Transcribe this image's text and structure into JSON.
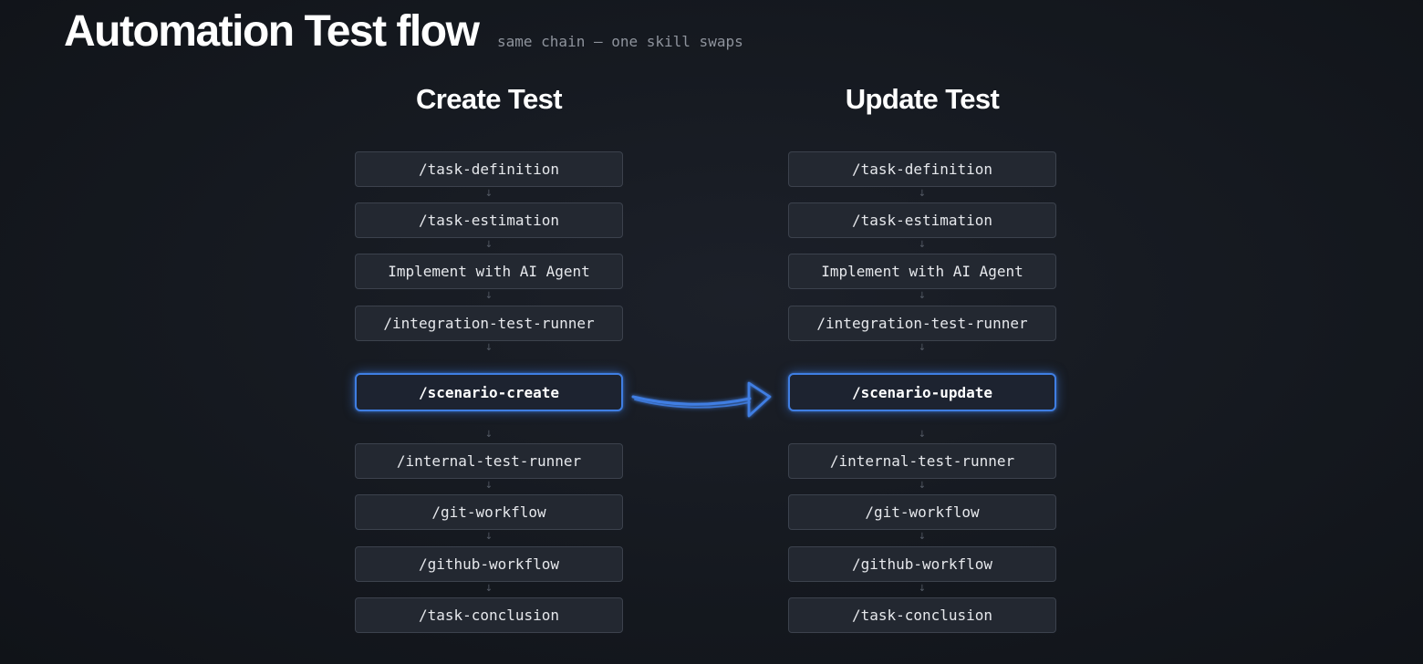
{
  "header": {
    "title": "Automation Test flow",
    "subtitle": "same chain — one skill swaps"
  },
  "connector_glyph": "↓",
  "columns": [
    {
      "title": "Create Test",
      "steps": [
        "/task-definition",
        "/task-estimation",
        "Implement with AI Agent",
        "/integration-test-runner",
        "/scenario-create",
        "/internal-test-runner",
        "/git-workflow",
        "/github-workflow",
        "/task-conclusion"
      ]
    },
    {
      "title": "Update Test",
      "steps": [
        "/task-definition",
        "/task-estimation",
        "Implement with AI Agent",
        "/integration-test-runner",
        "/scenario-update",
        "/internal-test-runner",
        "/git-workflow",
        "/github-workflow",
        "/task-conclusion"
      ]
    }
  ],
  "highlight_index": 4,
  "colors": {
    "background": "#161a21",
    "box_fill": "#232831",
    "box_border": "#3c424d",
    "accent": "#3f7ee3",
    "subtitle": "#8e939c",
    "connector": "#555c67"
  }
}
